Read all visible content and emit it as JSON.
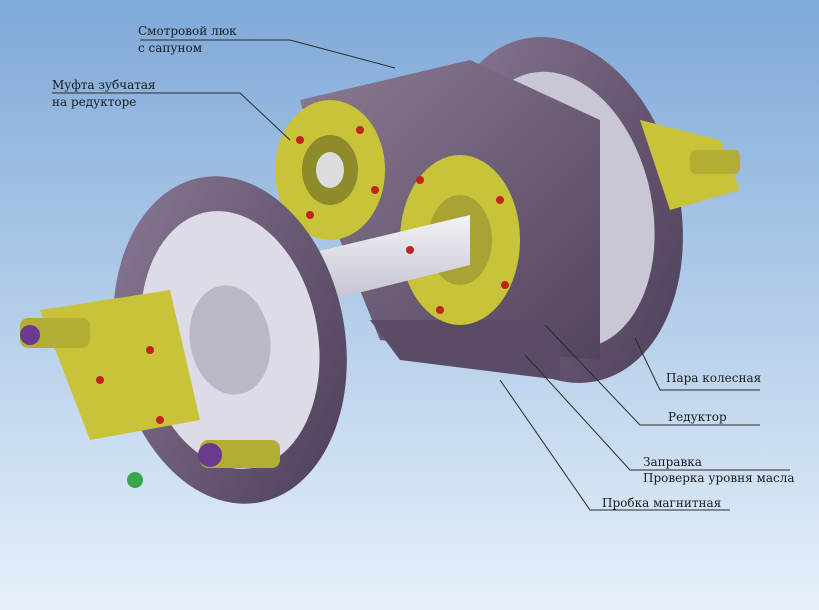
{
  "colors": {
    "background_top": "#7fa9d8",
    "background_bottom": "#e6f0fa",
    "wheel": "#5e4f6a",
    "gearbox": "#6a5b74",
    "gear_yellow": "#c9c33a",
    "bolts": "#c0241d",
    "axle": "#d9d9e3",
    "callout_line": "#2a2a2a"
  },
  "labels": {
    "inspection_hatch_line1": "Смотровой люк",
    "inspection_hatch_line2": "с сапуном",
    "gear_coupling_line1": "Муфта зубчатая",
    "gear_coupling_line2": "на редукторе",
    "wheelset": "Пара колесная",
    "reducer": "Редуктор",
    "refuel": "Заправка",
    "oil_level_check": "Проверка уровня масла",
    "magnetic_plug": "Пробка магнитная"
  },
  "icons": [
    "wheelset-illustration"
  ]
}
